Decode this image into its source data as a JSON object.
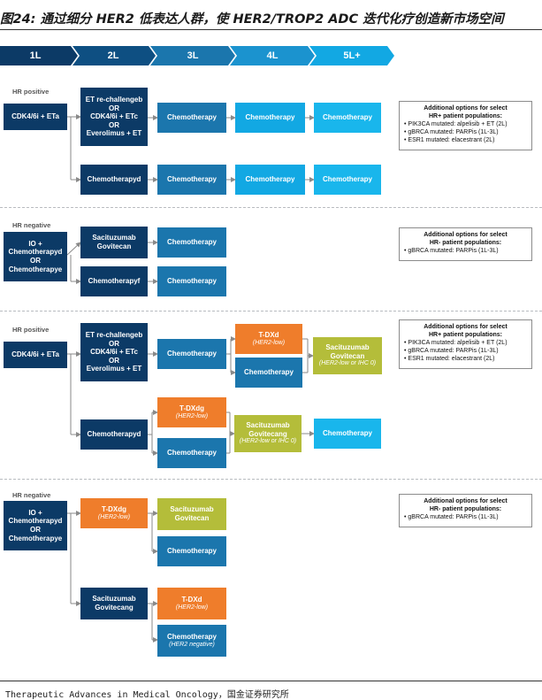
{
  "title": "图24: 通过细分 HER2 低表达人群，使 HER2/TROP2 ADC 迭代化疗创造新市场空间",
  "colors": {
    "navy": "#0c3a66",
    "teal": "#1b76ad",
    "cyan": "#12a8e3",
    "orange": "#ef7d2b",
    "olive": "#b4bd3a"
  },
  "headers": [
    "1L",
    "2L",
    "3L",
    "4L",
    "5L+"
  ],
  "panel1": {
    "label": "HR positive",
    "first": "CDK4/6i + ETa",
    "et": [
      "ET re-challengeb",
      "OR",
      "CDK4/6i + ETc",
      "OR",
      "Everolimus + ET"
    ],
    "chemo_d": "Chemotherapyd",
    "chemo": "Chemotherapy",
    "note": {
      "title": [
        "Additional options for select",
        "HR+ patient populations:"
      ],
      "lines": [
        "• PIK3CA mutated: alpelisib + ET (2L)",
        "• gBRCA mutated: PARPis (1L-3L)",
        "• ESR1 mutated: elacestrant (2L)"
      ]
    }
  },
  "panel2": {
    "label": "HR negative",
    "first": [
      "IO +",
      "Chemotherapyd",
      "OR",
      "Chemotherapye"
    ],
    "sg": [
      "Sacituzumab",
      "Govitecan"
    ],
    "chemo_f": "Chemotherapyf",
    "chemo": "Chemotherapy",
    "note": {
      "title": [
        "Additional options for select",
        "HR- patient populations:"
      ],
      "lines": [
        "• gBRCA mutated: PARPis (1L-3L)"
      ]
    }
  },
  "panel3": {
    "label": "HR positive",
    "first": "CDK4/6i + ETa",
    "et": [
      "ET re-challengeb",
      "OR",
      "CDK4/6i + ETc",
      "OR",
      "Everolimus + ET"
    ],
    "chemo_d": "Chemotherapyd",
    "chemo": "Chemotherapy",
    "tdxd": "T-DXd",
    "tdxd_g": "T-DXdg",
    "her2_low": "(HER2-low)",
    "sg": [
      "Sacituzumab",
      "Govitecan"
    ],
    "sg_g": [
      "Sacituzumab",
      "Govitecang"
    ],
    "sg_sub": "(HER2-low or IHC 0)",
    "note": {
      "title": [
        "Additional options for select",
        "HR+ patient populations:"
      ],
      "lines": [
        "• PIK3CA mutated: alpelisib + ET (2L)",
        "• gBRCA mutated: PARPis (1L-3L)",
        "• ESR1 mutated: elacestrant (2L)"
      ]
    }
  },
  "panel4": {
    "label": "HR negative",
    "first": [
      "IO +",
      "Chemotherapyd",
      "OR",
      "Chemotherapye"
    ],
    "tdxd_g": "T-DXdg",
    "tdxd": "T-DXd",
    "her2_low": "(HER2-low)",
    "sg": [
      "Sacituzumab",
      "Govitecan"
    ],
    "sg_g": [
      "Sacituzumab",
      "Govitecang"
    ],
    "chemo": "Chemotherapy",
    "her2_neg": "(HER2 negative)",
    "note": {
      "title": [
        "Additional options for select",
        "HR- patient populations:"
      ],
      "lines": [
        "• gBRCA mutated: PARPis (1L-3L)"
      ]
    }
  },
  "source": "Therapeutic Advances in Medical Oncology，国金证券研究所"
}
